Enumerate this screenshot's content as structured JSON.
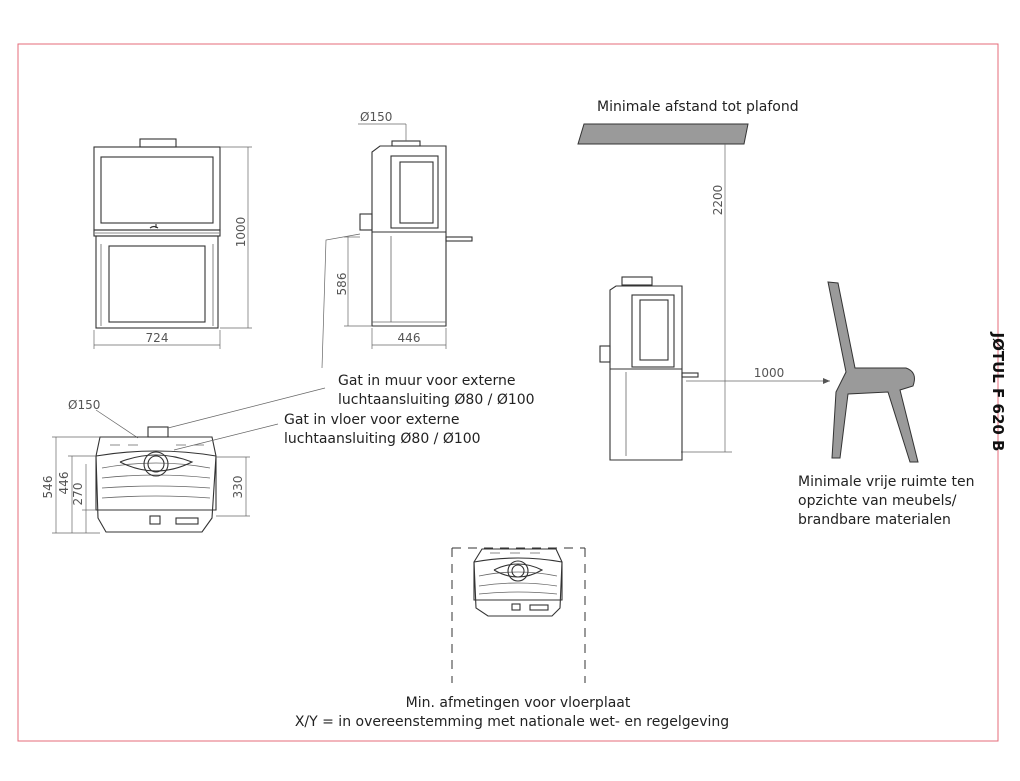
{
  "product_name": "JØTUL F 620 B",
  "dimensions": {
    "front_height": "1000",
    "front_width": "724",
    "side_air_height": "586",
    "side_depth": "446",
    "side_flue": "Ø150",
    "top_flue": "Ø150",
    "top_546": "546",
    "top_446": "446",
    "top_270": "270",
    "top_330": "330",
    "ceiling_distance": "2200",
    "furniture_distance": "1000"
  },
  "labels": {
    "ceiling": "Minimale afstand tot plafond",
    "wall_air_1": "Gat in muur voor externe",
    "wall_air_2": "luchtaansluiting Ø80 / Ø100",
    "floor_air_1": "Gat in vloer voor externe",
    "floor_air_2": "luchtaansluiting Ø80 / Ø100",
    "clearance_1": "Minimale vrije ruimte ten",
    "clearance_2": "opzichte van meubels/",
    "clearance_3": "brandbare materialen",
    "floorplate_1": "Min. afmetingen voor vloerplaat",
    "floorplate_2": "X/Y = in overeenstemming met nationale wet- en regelgeving"
  },
  "colors": {
    "frame": "#e46b78",
    "line": "#333333",
    "fill_grey": "#9a9a9a"
  }
}
